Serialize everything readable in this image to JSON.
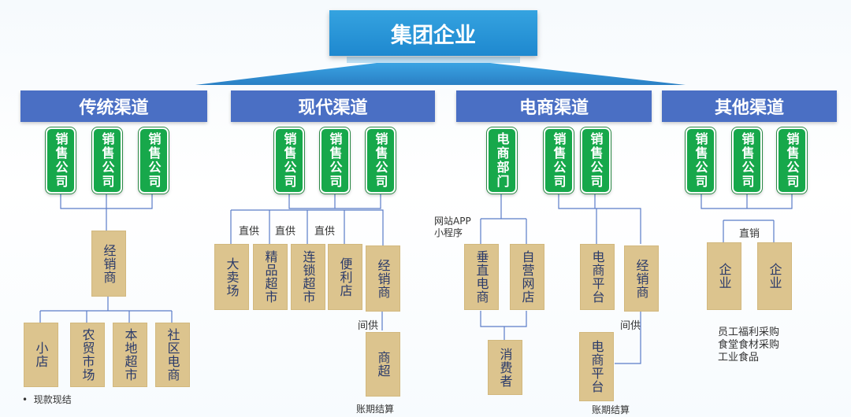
{
  "root": {
    "title": "集团企业"
  },
  "channels": {
    "traditional": {
      "title": "传统渠道",
      "companies": [
        "销售公司",
        "销售公司",
        "销售公司"
      ],
      "distributor": "经销商",
      "outlets": [
        "小店",
        "农贸市场",
        "本地超市",
        "社区电商"
      ],
      "note": "现款现结"
    },
    "modern": {
      "title": "现代渠道",
      "companies": [
        "销售公司",
        "销售公司",
        "销售公司"
      ],
      "direct_labels": [
        "直供",
        "直供",
        "直供"
      ],
      "outlets": [
        "大卖场",
        "精品超市",
        "连锁超市",
        "便利店",
        "经销商"
      ],
      "indirect_label": "间供",
      "supermarket": "商超",
      "note": "账期结算"
    },
    "ecommerce": {
      "title": "电商渠道",
      "department": "电商部门",
      "companies": [
        "销售公司",
        "销售公司"
      ],
      "web_label": "网站APP 小程序",
      "outlets": [
        "垂直电商",
        "自营网店",
        "电商平台",
        "经销商"
      ],
      "consumer": "消费者",
      "indirect_label": "间供",
      "platform2": "电商平台",
      "note": "账期结算"
    },
    "other": {
      "title": "其他渠道",
      "companies": [
        "销售公司",
        "销售公司",
        "销售公司"
      ],
      "direct_label": "直销",
      "outlets": [
        "企业",
        "企业"
      ],
      "notes": [
        "员工福利采购",
        "食堂食材采购",
        "工业食品"
      ]
    }
  },
  "colors": {
    "root": "#1e88cf",
    "channel": "#4a6fc4",
    "company": "#17a84b",
    "outlet": "#dcc48e",
    "line": "#4a6fc4"
  }
}
